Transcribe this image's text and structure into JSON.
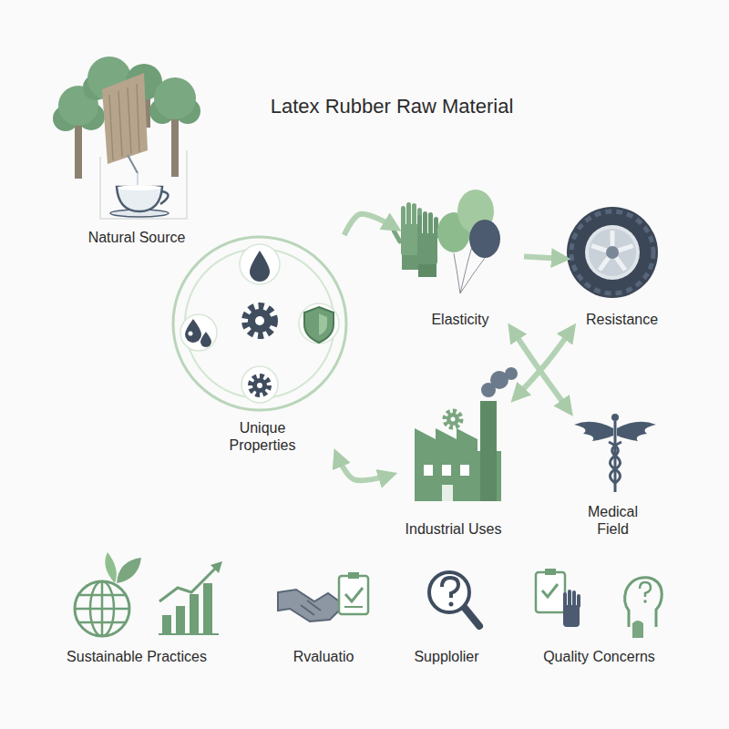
{
  "diagram": {
    "title": "Latex Rubber Raw Material",
    "nodes": [
      {
        "text": [
          "Natural Source"
        ]
      },
      {
        "text": [
          "Unique Properties"
        ]
      },
      {
        "text": [
          "Elasticity"
        ]
      },
      {
        "text": [
          "Resistance"
        ]
      },
      {
        "text": [
          "Industrial Uses"
        ]
      },
      {
        "text": [
          "Medical Field"
        ]
      },
      {
        "text": [
          "Sustainable Practices"
        ]
      },
      {
        "text": [
          "Rvaluatio"
        ]
      },
      {
        "text": [
          "Supplolier"
        ]
      },
      {
        "text": [
          "Quality Concerns"
        ]
      }
    ],
    "edges": [
      {
        "from": 1,
        "to": 2,
        "arrow": "to"
      },
      {
        "from": 2,
        "to": 3,
        "arrow": "to"
      },
      {
        "from": 4,
        "to": 3,
        "arrow": "both"
      },
      {
        "from": 2,
        "to": 5,
        "arrow": "both"
      },
      {
        "from": 1,
        "to": 4,
        "arrow": "both"
      }
    ]
  }
}
